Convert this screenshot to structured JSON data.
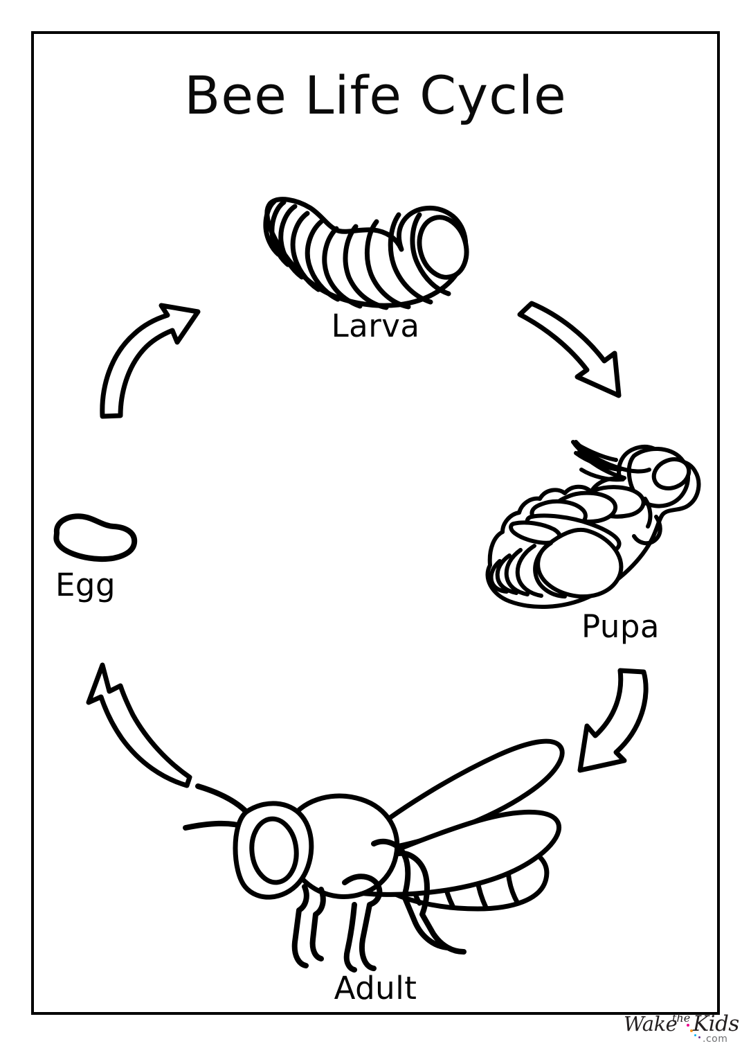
{
  "page": {
    "title": "Bee Life Cycle",
    "background_color": "#ffffff",
    "border_color": "#000000",
    "ink_color": "#000000"
  },
  "diagram": {
    "type": "cycle",
    "stages": [
      {
        "id": "egg",
        "label": "Egg",
        "icon": "bee-egg-illustration",
        "position": "left"
      },
      {
        "id": "larva",
        "label": "Larva",
        "icon": "bee-larva-illustration",
        "position": "top"
      },
      {
        "id": "pupa",
        "label": "Pupa",
        "icon": "bee-pupa-illustration",
        "position": "right"
      },
      {
        "id": "adult",
        "label": "Adult",
        "icon": "bee-adult-illustration",
        "position": "bottom"
      }
    ],
    "arrows": [
      {
        "id": "egg-to-larva",
        "from": "Egg",
        "to": "Larva",
        "icon": "curved-arrow-up-right"
      },
      {
        "id": "larva-to-pupa",
        "from": "Larva",
        "to": "Pupa",
        "icon": "curved-arrow-down-right"
      },
      {
        "id": "pupa-to-adult",
        "from": "Pupa",
        "to": "Adult",
        "icon": "curved-arrow-down-left"
      },
      {
        "id": "adult-to-egg",
        "from": "Adult",
        "to": "Egg",
        "icon": "curved-arrow-up-left"
      }
    ]
  },
  "watermark": {
    "wake": "Wake",
    "the": "the",
    "kids": "Kids",
    "com": ".com",
    "dot_colors": [
      "#ec008c",
      "#f7941e",
      "#00aeef",
      "#662d91"
    ]
  }
}
